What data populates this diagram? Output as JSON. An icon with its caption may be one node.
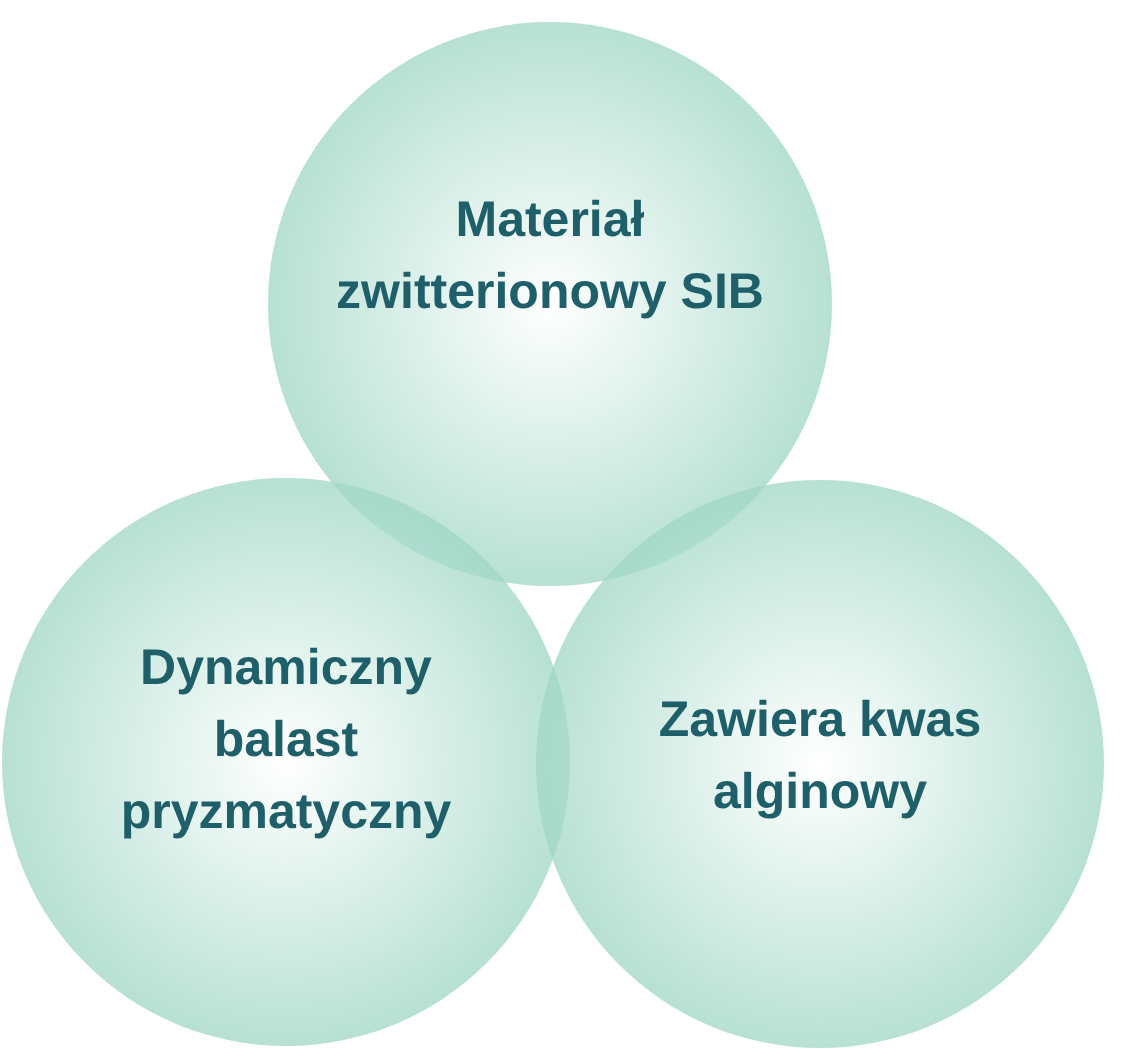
{
  "diagram": {
    "nodes": [
      {
        "text": [
          "Materiał zwitterionowy SIB"
        ]
      },
      {
        "text": [
          "Dynamiczny balast pryzmatyczny"
        ]
      },
      {
        "text": [
          "Zawiera kwas alginowy"
        ]
      }
    ]
  }
}
